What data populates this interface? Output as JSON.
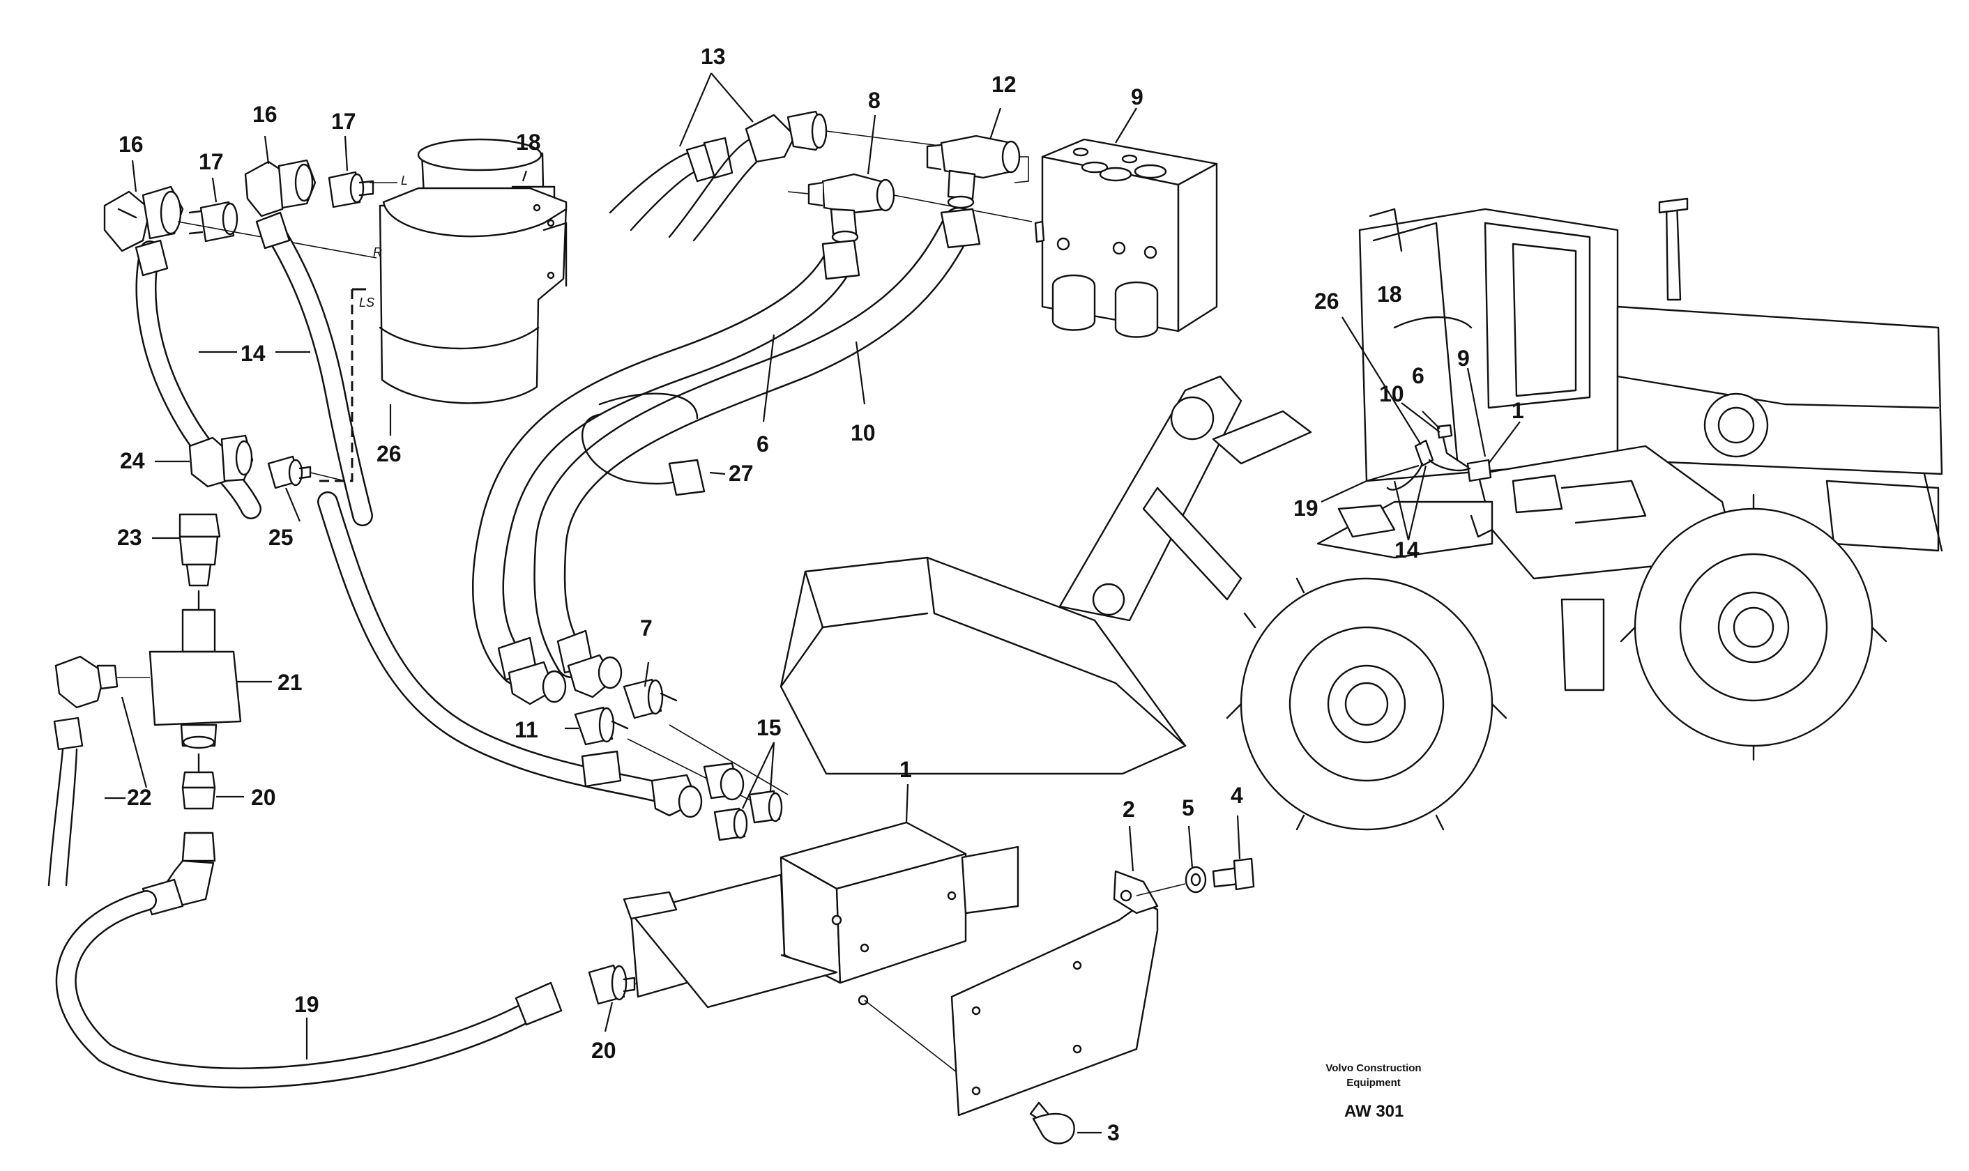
{
  "labels": {
    "n1": "1",
    "n2": "2",
    "n3": "3",
    "n4": "4",
    "n5": "5",
    "n6": "6",
    "n7": "7",
    "n8": "8",
    "n9": "9",
    "n10": "10",
    "n11": "11",
    "n12": "12",
    "n13": "13",
    "n14": "14",
    "n15": "15",
    "n16": "16",
    "n17": "17",
    "n18": "18",
    "n19": "19",
    "n20": "20",
    "n21": "21",
    "n22": "22",
    "n23": "23",
    "n24": "24",
    "n25": "25",
    "n26": "26",
    "n27": "27"
  },
  "hose_marks": {
    "r": "R",
    "l": "L",
    "ls": "LS"
  },
  "footer": {
    "publisher_line1": "Volvo Construction",
    "publisher_line2": "Equipment",
    "code": "AW 301"
  }
}
